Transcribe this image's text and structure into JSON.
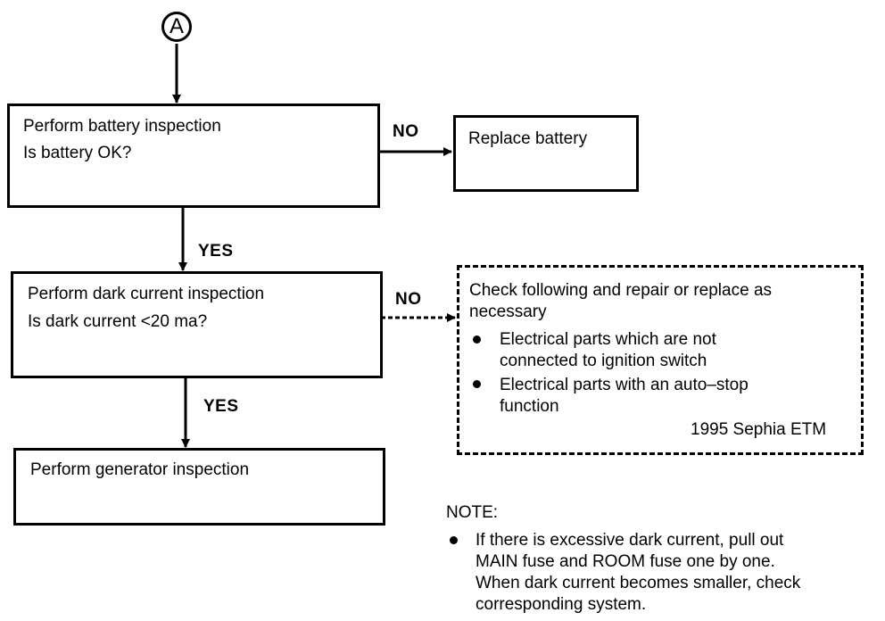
{
  "connector": {
    "label": "A"
  },
  "steps": {
    "battery": {
      "line1": "Perform battery inspection",
      "line2": "Is battery OK?"
    },
    "replace_battery": {
      "text": "Replace  battery"
    },
    "dark_current": {
      "line1": "Perform dark current inspection",
      "line2": "Is dark current <20 ma?"
    },
    "check_repair": {
      "line1": "Check following and repair or replace as",
      "line2": "necessary",
      "item1_line1": "Electrical  parts which are not",
      "item1_line2": "connected to ignition switch",
      "item2_line1": "Electrical parts with an auto–stop",
      "item2_line2": "function",
      "source": "1995 Sephia ETM"
    },
    "generator": {
      "text": "Perform generator inspection"
    }
  },
  "edges": {
    "battery_no": "NO",
    "battery_yes": "YES",
    "dark_no": "NO",
    "dark_yes": "YES"
  },
  "note": {
    "title": "NOTE:",
    "line1": "If there is excessive dark current, pull out",
    "line2": "MAIN fuse and ROOM fuse one by one.",
    "line3": "When dark current becomes smaller, check",
    "line4": "corresponding system."
  }
}
